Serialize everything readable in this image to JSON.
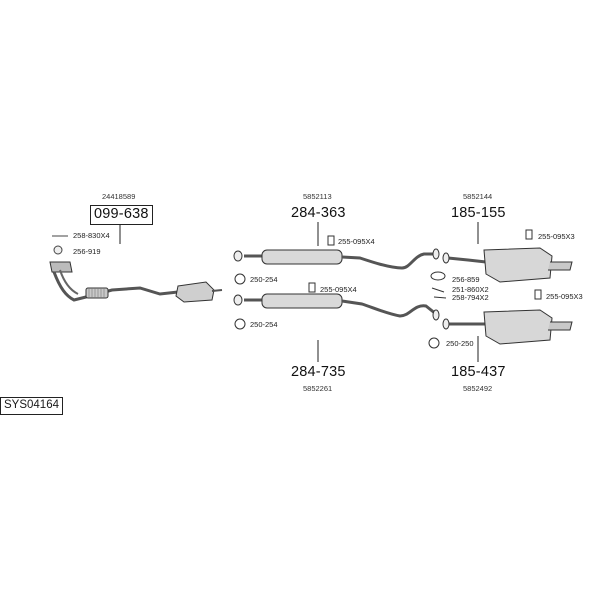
{
  "diagram": {
    "system_code": "SYS04164",
    "groups": [
      {
        "oe_number": "24418589",
        "part_number": "099-638"
      },
      {
        "oe_number": "5852113",
        "part_number": "284-363"
      },
      {
        "oe_number": "5852144",
        "part_number": "185-155"
      },
      {
        "oe_number": "5852261",
        "part_number": "284-735"
      },
      {
        "oe_number": "5852492",
        "part_number": "185-437"
      }
    ],
    "accessories": [
      "258-830X4",
      "256-919",
      "255-095X4",
      "250-254",
      "255-095X4",
      "250-254",
      "255-095X3",
      "256-859",
      "251-860X2",
      "258-794X2",
      "255-095X3",
      "250-250"
    ]
  }
}
